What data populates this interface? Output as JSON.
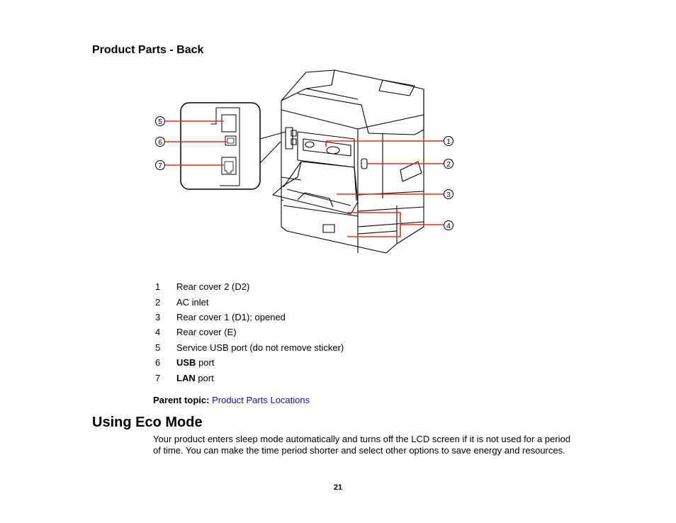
{
  "section_title": "Product Parts - Back",
  "callouts": [
    "1",
    "2",
    "3",
    "4",
    "5",
    "6",
    "7"
  ],
  "parts": [
    {
      "num": "1",
      "bold": "",
      "text": "Rear cover 2 (D2)"
    },
    {
      "num": "2",
      "bold": "",
      "text": "AC inlet"
    },
    {
      "num": "3",
      "bold": "",
      "text": "Rear cover 1 (D1); opened"
    },
    {
      "num": "4",
      "bold": "",
      "text": "Rear cover (E)"
    },
    {
      "num": "5",
      "bold": "",
      "text": "Service USB port (do not remove sticker)"
    },
    {
      "num": "6",
      "bold": "USB",
      "text": " port"
    },
    {
      "num": "7",
      "bold": "LAN",
      "text": " port"
    }
  ],
  "parent_topic": {
    "label": "Parent topic:",
    "link": "Product Parts Locations"
  },
  "eco": {
    "title": "Using Eco Mode",
    "line1": "Your product enters sleep mode automatically and turns off the LCD screen if it is not used for a period",
    "line2": "of time. You can make the time period shorter and select other options to save energy and resources."
  },
  "page_number": "21",
  "colors": {
    "callout": "#e03020",
    "link": "#1a0dab"
  }
}
